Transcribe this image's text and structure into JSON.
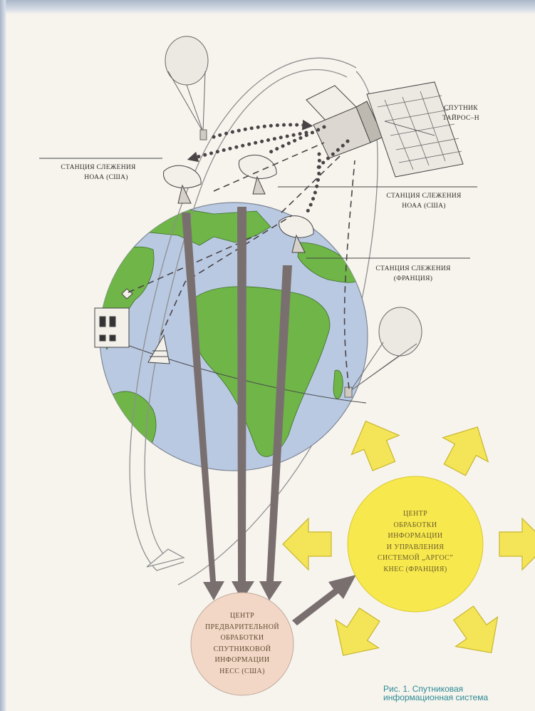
{
  "labels": {
    "satellite": [
      "СПУТНИК",
      "ТАЙРОС–Н"
    ],
    "station_left": [
      "СТАНЦИЯ СЛЕЖЕНИЯ",
      "НОАА (США)"
    ],
    "station_mid": [
      "СТАНЦИЯ СЛЕЖЕНИЯ",
      "НОАА (США)"
    ],
    "station_france": [
      "СТАНЦИЯ СЛЕЖЕНИЯ",
      "(ФРАНЦИЯ)"
    ]
  },
  "centers": {
    "ness": [
      "ЦЕНТР",
      "ПРЕДВАРИТЕЛЬНОЙ",
      "ОБРАБОТКИ",
      "СПУТНИКОВОЙ",
      "ИНФОРМАЦИИ",
      "НЕСС (США)"
    ],
    "argos": [
      "ЦЕНТР",
      "ОБРАБОТКИ",
      "ИНФОРМАЦИИ",
      "И УПРАВЛЕНИЯ",
      "СИСТЕМОЙ „АРГОС”",
      "КНЕС (ФРАНЦИЯ)"
    ]
  },
  "caption": [
    "Рис. 1. Спутниковая",
    "информационная система"
  ],
  "colors": {
    "ocean": "#b9c9e2",
    "land": "#6fb548",
    "argos_fill": "#f7e84d",
    "argos_arrows": "#f4e458",
    "ness_fill": "#f3d7c6",
    "arrow": "#7a6f6f",
    "caption": "#2c8a95"
  }
}
